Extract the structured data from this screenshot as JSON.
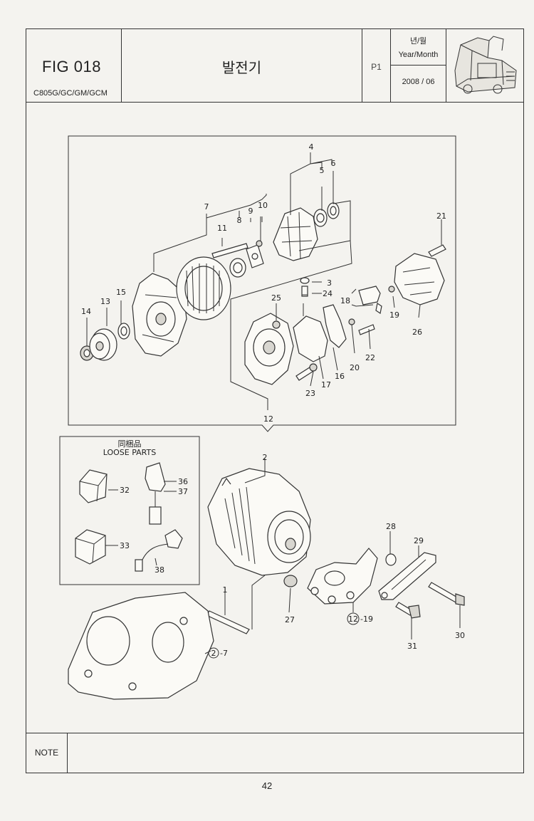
{
  "header": {
    "fig_code": "FIG 018",
    "model": "C805G/GC/GM/GCM",
    "title": "발전기",
    "page_code": "P1",
    "year_month_korean": "년/월",
    "year_month_english": "Year/Month",
    "date": "2008 / 06"
  },
  "loose_parts": {
    "label_jp": "同梱品",
    "label_en": "LOOSE PARTS"
  },
  "callouts": {
    "c1": "1",
    "c2": "2",
    "c2ref": "-7",
    "c3": "3",
    "c4": "4",
    "c5": "5",
    "c6": "6",
    "c7": "7",
    "c8": "8",
    "c9": "9",
    "c10": "10",
    "c11": "11",
    "c12": "12",
    "c12b": "12",
    "c12ref": "-19",
    "c13": "13",
    "c14": "14",
    "c15": "15",
    "c16": "16",
    "c17": "17",
    "c18": "18",
    "c19": "19",
    "c20": "20",
    "c21": "21",
    "c22": "22",
    "c23": "23",
    "c24": "24",
    "c25": "25",
    "c26": "26",
    "c27": "27",
    "c28": "28",
    "c29": "29",
    "c30": "30",
    "c31": "31",
    "c32": "32",
    "c33": "33",
    "c36": "36",
    "c37": "37",
    "c38": "38"
  },
  "note": {
    "label": "NOTE",
    "text": ""
  },
  "footer": {
    "page_number": "42"
  }
}
